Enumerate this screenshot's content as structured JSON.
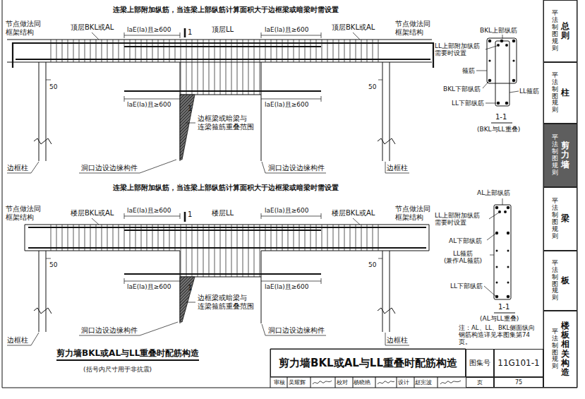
{
  "diagram": {
    "title": "剪力墙BKL或AL与LL重叠时配筋构造",
    "caption": "(括号内尺寸用于非抗震)",
    "nodes": [
      {
        "text": [
          "平法制图规则",
          "总则"
        ]
      },
      {
        "text": [
          "平法制图规则",
          "柱"
        ]
      },
      {
        "text": [
          "平法制图规则",
          "剪力墙"
        ]
      },
      {
        "text": [
          "平法制图规则",
          "梁"
        ]
      },
      {
        "text": [
          "平法制图规则",
          "板"
        ]
      },
      {
        "text": [
          "平法制图规则",
          "楼板相关构造"
        ]
      },
      {
        "text": [
          "剪力墙BKL或AL与LL重叠时配筋构造"
        ]
      },
      {
        "text": [
          "图集号"
        ]
      },
      {
        "text": [
          "11G101-1"
        ]
      },
      {
        "text": [
          "页"
        ]
      },
      {
        "text": [
          "75"
        ]
      }
    ],
    "labels": [
      "连梁上部附加纵筋，当连梁上部纵筋计算面积大于边框梁或暗梁时需设置",
      "节点做法同 框架结构",
      "顶层BKL或AL",
      "laE(la)且≥600",
      "1",
      "顶层LL",
      "laE(la)且≥600",
      "顶层BKL或AL",
      "节点做法同 框架结构",
      "50",
      "50",
      "laE(la)且≥600",
      "1",
      "laE(la)且≥600",
      "边框梁或暗梁与 连梁箍筋重叠范围",
      "边框柱",
      "洞口边设边缘构件",
      "洞口边设边缘构件",
      "边框柱",
      "BKL上部纵筋",
      "LL上部附加纵筋 需要时设置",
      "箍筋",
      "BKL下部纵筋",
      "LL箍筋",
      "LL下部纵筋",
      "1-1",
      "(BKL与LL重叠)",
      "连梁上部附加纵筋，当连梁上部纵筋计算面积大于边框梁或暗梁时需设置",
      "节点做法同 框架结构",
      "楼层BKL或AL",
      "laE(la)且≥600",
      "1",
      "楼层LL",
      "laE(la)且≥600",
      "楼层BKL或AL",
      "节点做法同 框架结构",
      "50",
      "50",
      "laE(la)且≥600",
      "1",
      "laE(la)且≥600",
      "边框梁或暗梁与 连梁箍筋重叠范围",
      "边框柱",
      "洞口边设边缘构件",
      "洞口边设边缘构件",
      "边框柱",
      "AL上部纵筋",
      "LL上部附加纵筋 需要时设置",
      "AL下部纵筋",
      "LL箍筋 (兼作AL箍筋)",
      "LL下部纵筋",
      "1-1",
      "(AL与LL重叠)",
      "注：AL、LL、BKL侧面纵向钢筋构造详见本图集第74页。",
      "审核",
      "吴耀辉",
      "校对",
      "杨晓艳",
      "设计",
      "赵宪波"
    ]
  }
}
